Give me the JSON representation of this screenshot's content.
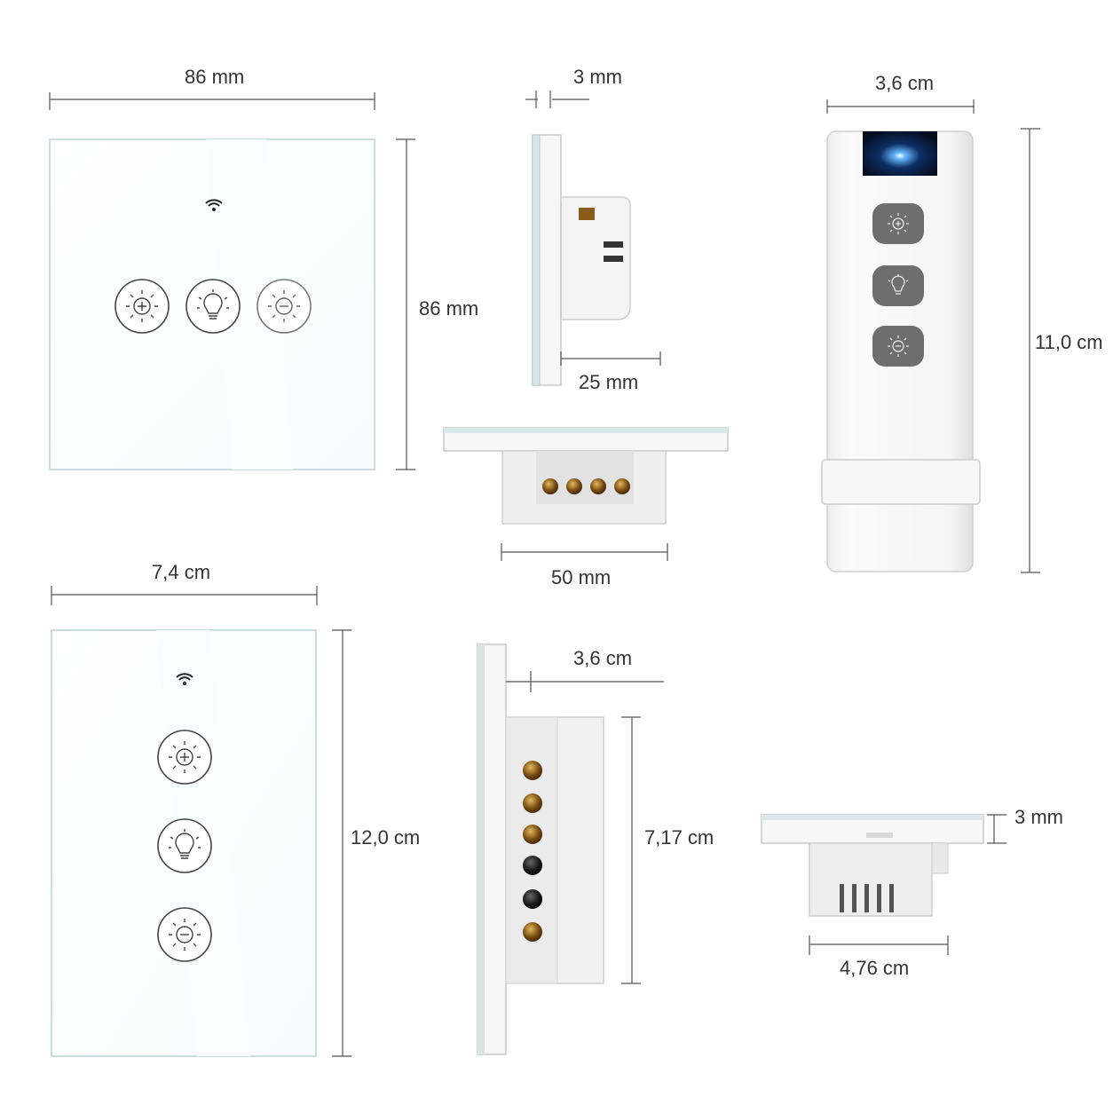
{
  "dimensions": {
    "eu_width": "86 mm",
    "eu_height": "86 mm",
    "eu_glass_depth": "3 mm",
    "eu_body_depth": "25 mm",
    "eu_body_width": "50 mm",
    "remote_width": "3,6 cm",
    "remote_height": "11,0 cm",
    "us_width": "7,4 cm",
    "us_height": "12,0 cm",
    "us_body_depth": "3,6 cm",
    "us_body_height": "7,17 cm",
    "us_glass_depth": "3 mm",
    "us_body_width": "4,76 cm"
  },
  "icons": {
    "wifi": "wifi-icon",
    "brightness_up": "brightness-up-icon",
    "light_toggle": "bulb-icon",
    "brightness_down": "brightness-down-icon"
  },
  "colors": {
    "dimension_line": "#555555",
    "panel_glass": "#ffffff",
    "panel_edge": "#cfe3e3",
    "remote_button": "#6e6e6e",
    "remote_screen": "#0a1c3a",
    "terminal": "#8a5a1a"
  }
}
